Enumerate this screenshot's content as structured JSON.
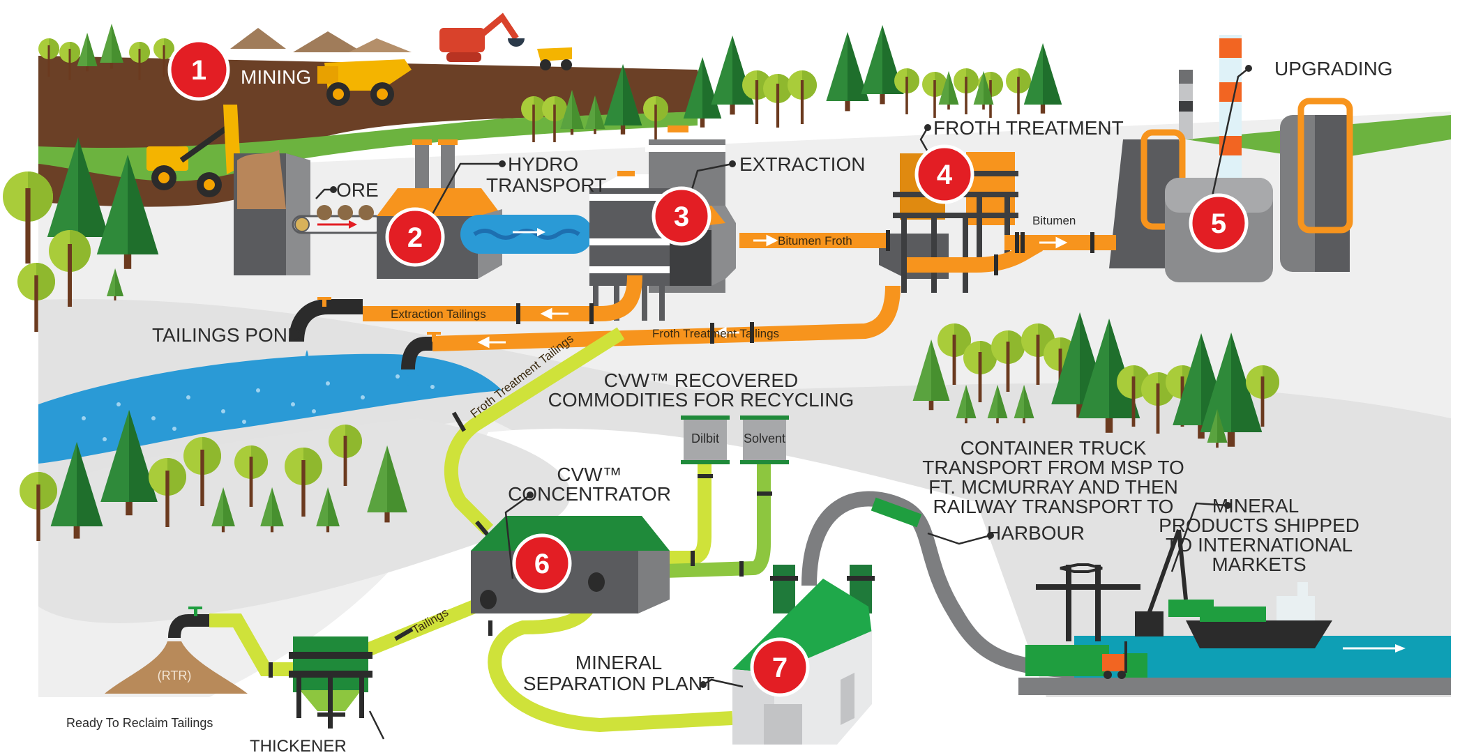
{
  "title": "Oil sands processing and CVW mineral recovery flow",
  "colors": {
    "badge_red": "#e31e24",
    "pipe_orange": "#f7941d",
    "pipe_lime": "#cfe23a",
    "machine_gray": "#5a5b5e",
    "water_blue": "#2a9ad6",
    "sea_teal": "#0e9fb5",
    "ground_brown": "#6b4026",
    "grass_green": "#6cb33f",
    "plant_green": "#1f9e3f"
  },
  "steps": [
    {
      "number": "1",
      "label": "MINING"
    },
    {
      "number": "2",
      "label_line1": "HYDRO",
      "label_line2": "TRANSPORT"
    },
    {
      "number": "3",
      "label": "EXTRACTION"
    },
    {
      "number": "4",
      "label": "FROTH TREATMENT"
    },
    {
      "number": "5",
      "label": "UPGRADING"
    },
    {
      "number": "6",
      "label_line1": "CVW™",
      "label_line2": "CONCENTRATOR"
    },
    {
      "number": "7",
      "label_line1": "MINERAL",
      "label_line2": "SEPARATION PLANT"
    }
  ],
  "labels": {
    "ore": "ORE",
    "tailings_pond": "TAILINGS POND",
    "recovered_line1": "CVW™ RECOVERED",
    "recovered_line2": "COMMODITIES FOR RECYCLING",
    "transport_lines": [
      "CONTAINER TRUCK",
      "TRANSPORT FROM MSP TO",
      "FT. MCMURRAY AND THEN",
      "RAILWAY TRANSPORT TO",
      "HARBOUR"
    ],
    "shipped_lines": [
      "MINERAL",
      "PRODUCTS SHIPPED",
      "TO INTERNATIONAL",
      "MARKETS"
    ],
    "rtr": "(RTR)",
    "ready_to_reclaim": "Ready To Reclaim Tailings",
    "thickener": "THICKENER"
  },
  "pipes": {
    "bitumen_froth": "Bitumen Froth",
    "bitumen": "Bitumen",
    "extraction_tailings": "Extraction Tailings",
    "froth_treatment_tailings": "Froth Treatment Tailings",
    "froth_treatment_tailings_lime": "Froth Treatment Tailings",
    "tailings": "Tailings"
  },
  "tanks": {
    "dilbit": "Dilbit",
    "solvent": "Solvent"
  }
}
